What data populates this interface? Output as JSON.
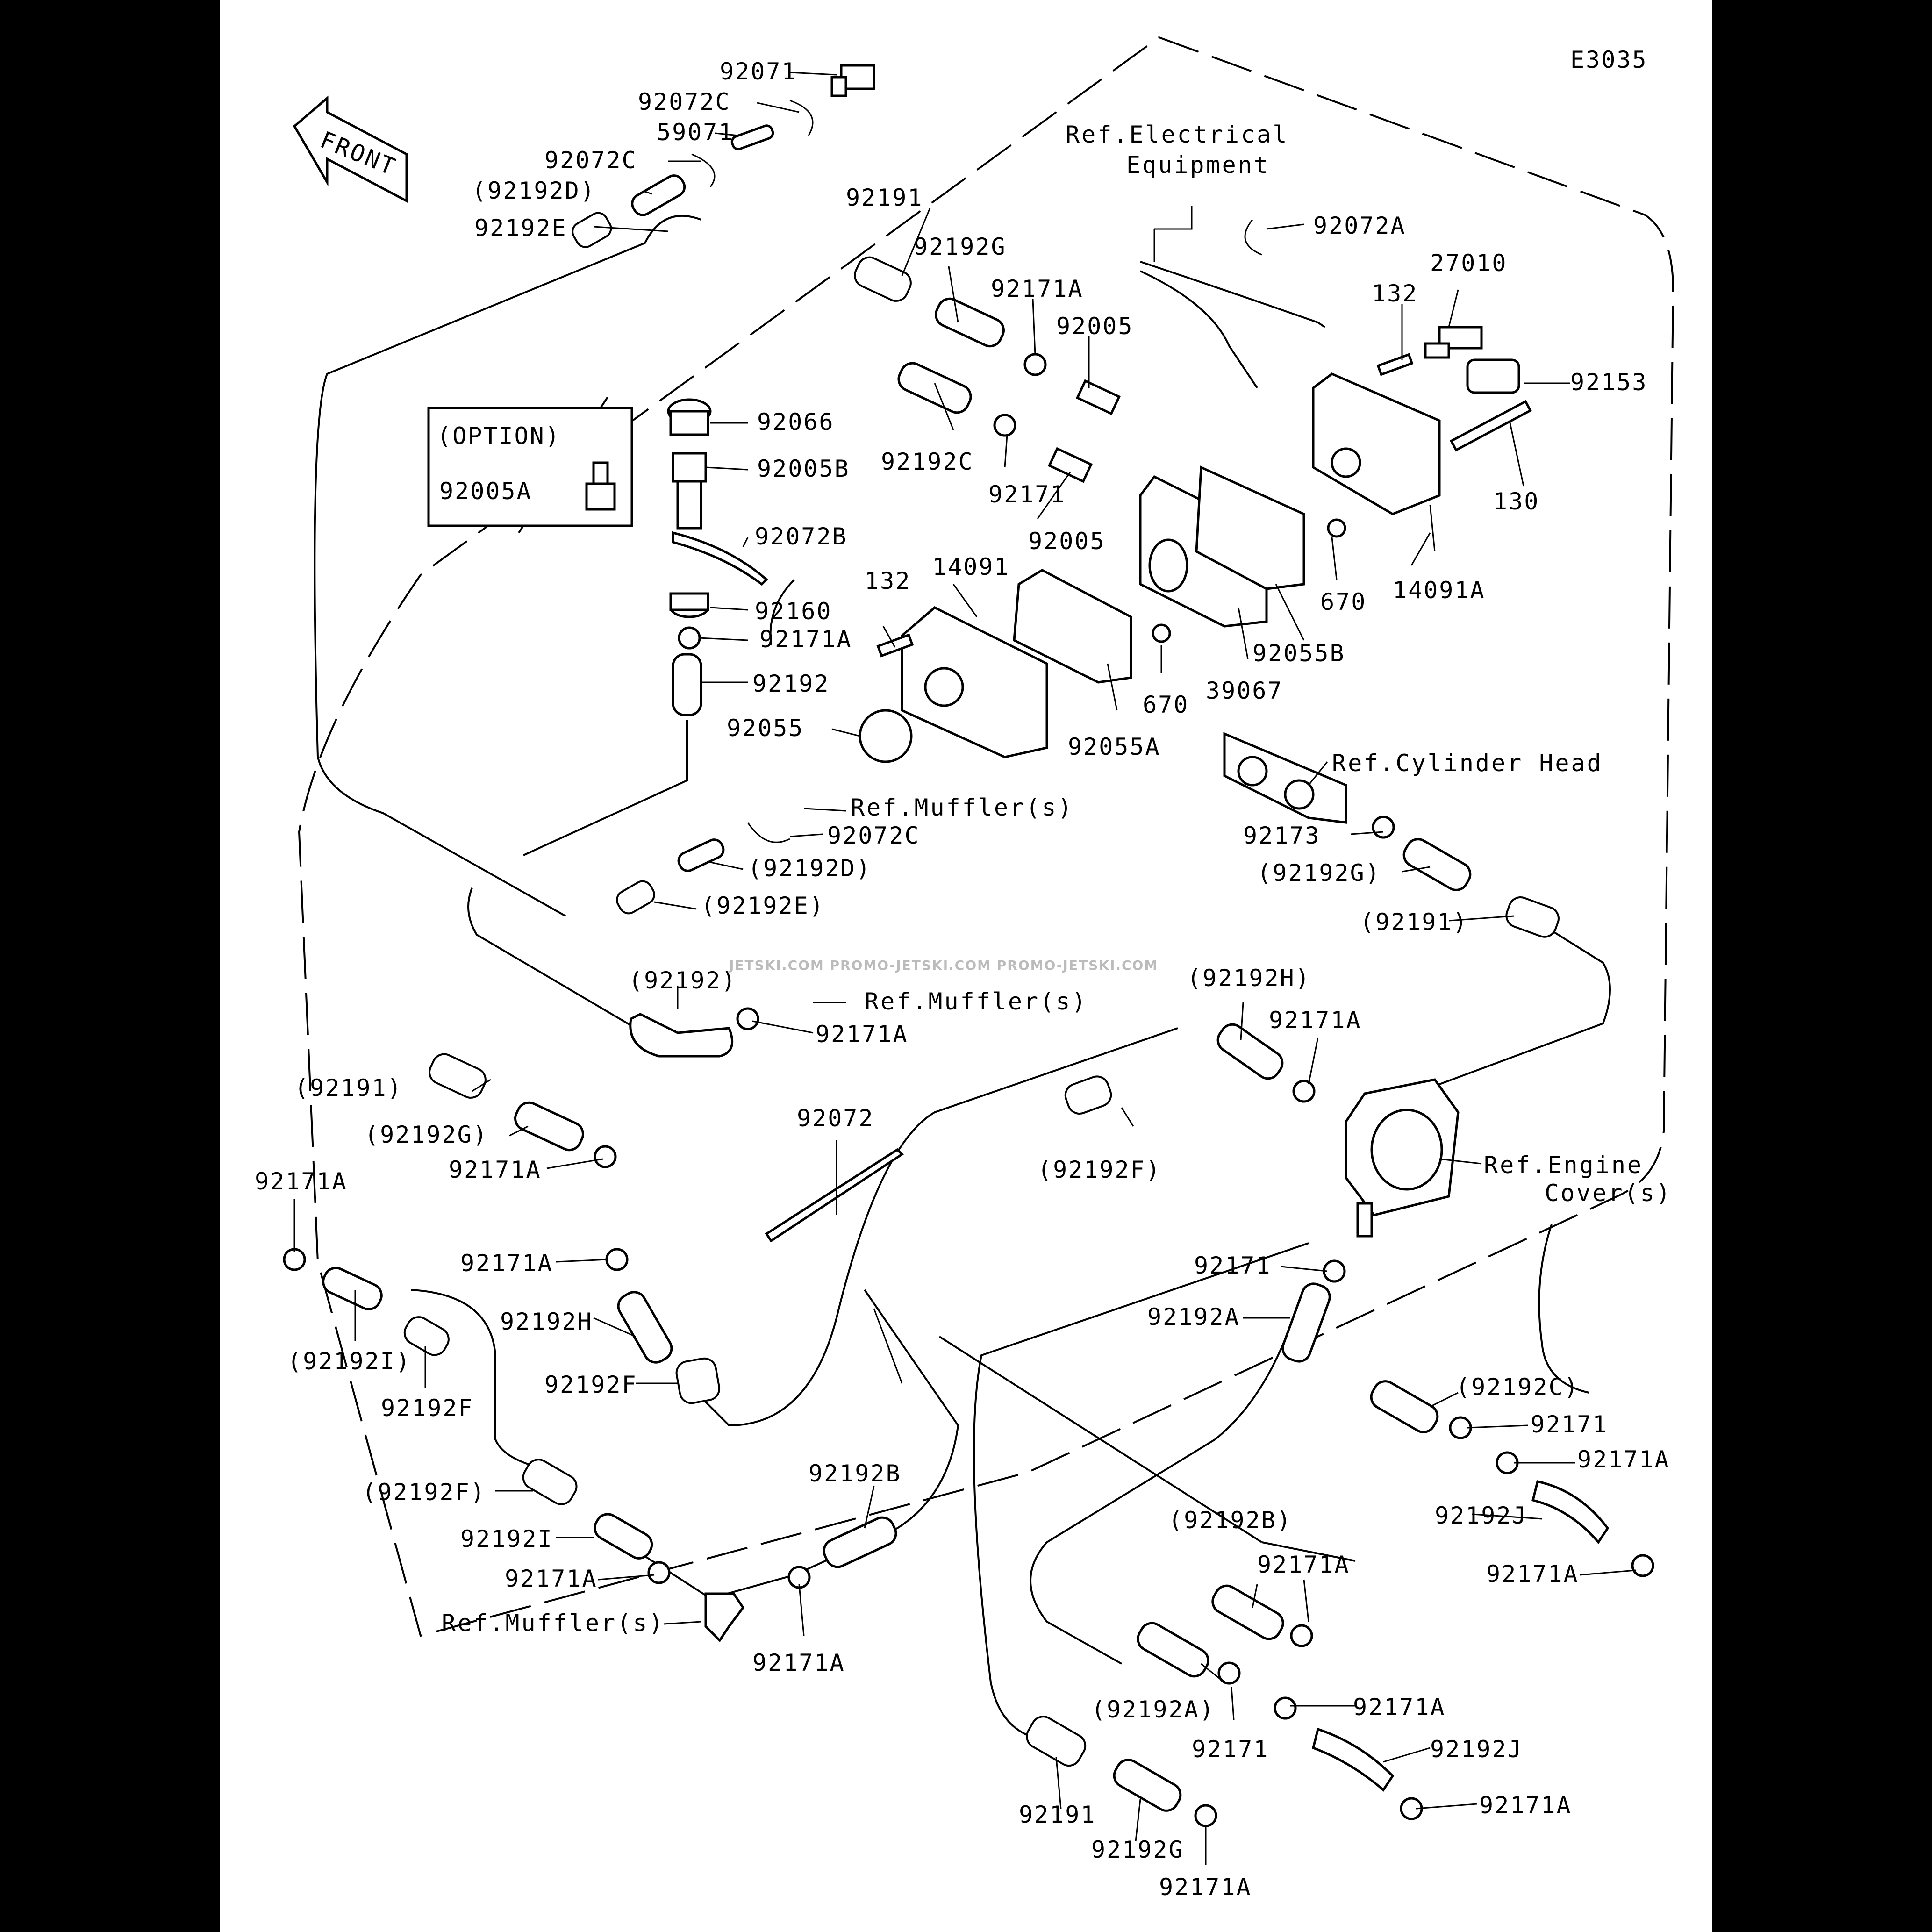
{
  "labels": {
    "diagram_id": "E3035",
    "front": "FRONT",
    "option": "(OPTION)",
    "p92005A": "92005A",
    "p92071": "92071",
    "p92072C": "92072C",
    "p59071": "59071",
    "p92192D_paren": "(92192D)",
    "p92192E": "92192E",
    "p92192E_paren": "(92192E)",
    "ref_electrical_1": "Ref.Electrical",
    "ref_electrical_2": "Equipment",
    "p92072A": "92072A",
    "p92191": "92191",
    "p92191_paren": "(92191)",
    "p92192G": "92192G",
    "p92192G_paren": "(92192G)",
    "p92171A": "92171A",
    "p92005": "92005",
    "p27010": "27010",
    "p132": "132",
    "p92153": "92153",
    "p92066": "92066",
    "p92005B": "92005B",
    "p92192C": "92192C",
    "p92192C_paren": "(92192C)",
    "p92171": "92171",
    "p130": "130",
    "p92072B": "92072B",
    "p14091": "14091",
    "p670": "670",
    "p14091A": "14091A",
    "p92160": "92160",
    "p92055B": "92055B",
    "p92192": "92192",
    "p92192_paren": "(92192)",
    "p39067": "39067",
    "p92055": "92055",
    "p92055A": "92055A",
    "ref_cylinder_head": "Ref.Cylinder Head",
    "ref_mufflers": "Ref.Muffler(s)",
    "p92173": "92173",
    "watermark": "JETSKI.COM  PROMO-JETSKI.COM  PROMO-JETSKI.COM",
    "p92192H": "92192H",
    "p92192H_paren": "(92192H)",
    "p92072": "92072",
    "p92192F": "92192F",
    "p92192F_paren": "(92192F)",
    "ref_engine_1": "Ref.Engine",
    "ref_engine_2": "Cover(s)",
    "p92192A": "92192A",
    "p92192A_paren": "(92192A)",
    "p92192I": "92192I",
    "p92192I_paren": "(92192I)",
    "p92192B": "92192B",
    "p92192B_paren": "(92192B)",
    "p92192J": "92192J"
  }
}
